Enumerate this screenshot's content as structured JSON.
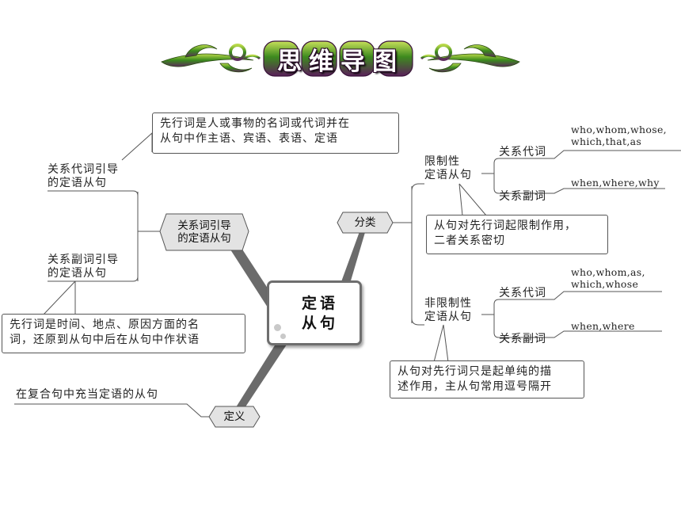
{
  "title": "思维导图",
  "center": {
    "line1": "定语",
    "line2": "从句"
  },
  "left": {
    "branch_label_line1": "关系词引导",
    "branch_label_line2": "的定语从句",
    "pronoun_label_line1": "关系代词引导",
    "pronoun_label_line2": "的定语从句",
    "adverb_label_line1": "关系副词引导",
    "adverb_label_line2": "的定语从句",
    "pronoun_note_line1": "先行词是人或事物的名词或代词并在",
    "pronoun_note_line2": "从句中作主语、宾语、表语、定语",
    "adverb_note_line1": "先行词是时间、地点、原因方面的名",
    "adverb_note_line2": "词，还原到从句中后在从句中作状语"
  },
  "definition": {
    "label": "定义",
    "text": "在复合句中充当定语的从句"
  },
  "classification": {
    "label": "分类",
    "restrictive": {
      "label_line1": "限制性",
      "label_line2": "定语从句",
      "pronoun_label": "关系代词",
      "pronoun_words_line1": "who,whom,whose,",
      "pronoun_words_line2": "which,that,as",
      "adverb_label": "关系副词",
      "adverb_words": "when,where,why",
      "note_line1": "从句对先行词起限制作用，",
      "note_line2": "二者关系密切"
    },
    "nonrestrictive": {
      "label_line1": "非限制性",
      "label_line2": "定语从句",
      "pronoun_label": "关系代词",
      "pronoun_words_line1": "who,whom,as,",
      "pronoun_words_line2": "which,whose",
      "adverb_label": "关系副词",
      "adverb_words": "when,where",
      "note_line1": "从句对先行词只是起单纯的描",
      "note_line2": "述作用，主从句常用逗号隔开"
    }
  },
  "colors": {
    "title_green": "#2f7a1a",
    "title_purple": "#5a1f5a",
    "line": "#555555",
    "spoke": "#6b6b6b",
    "pill_fill": "#e3e3e3"
  }
}
